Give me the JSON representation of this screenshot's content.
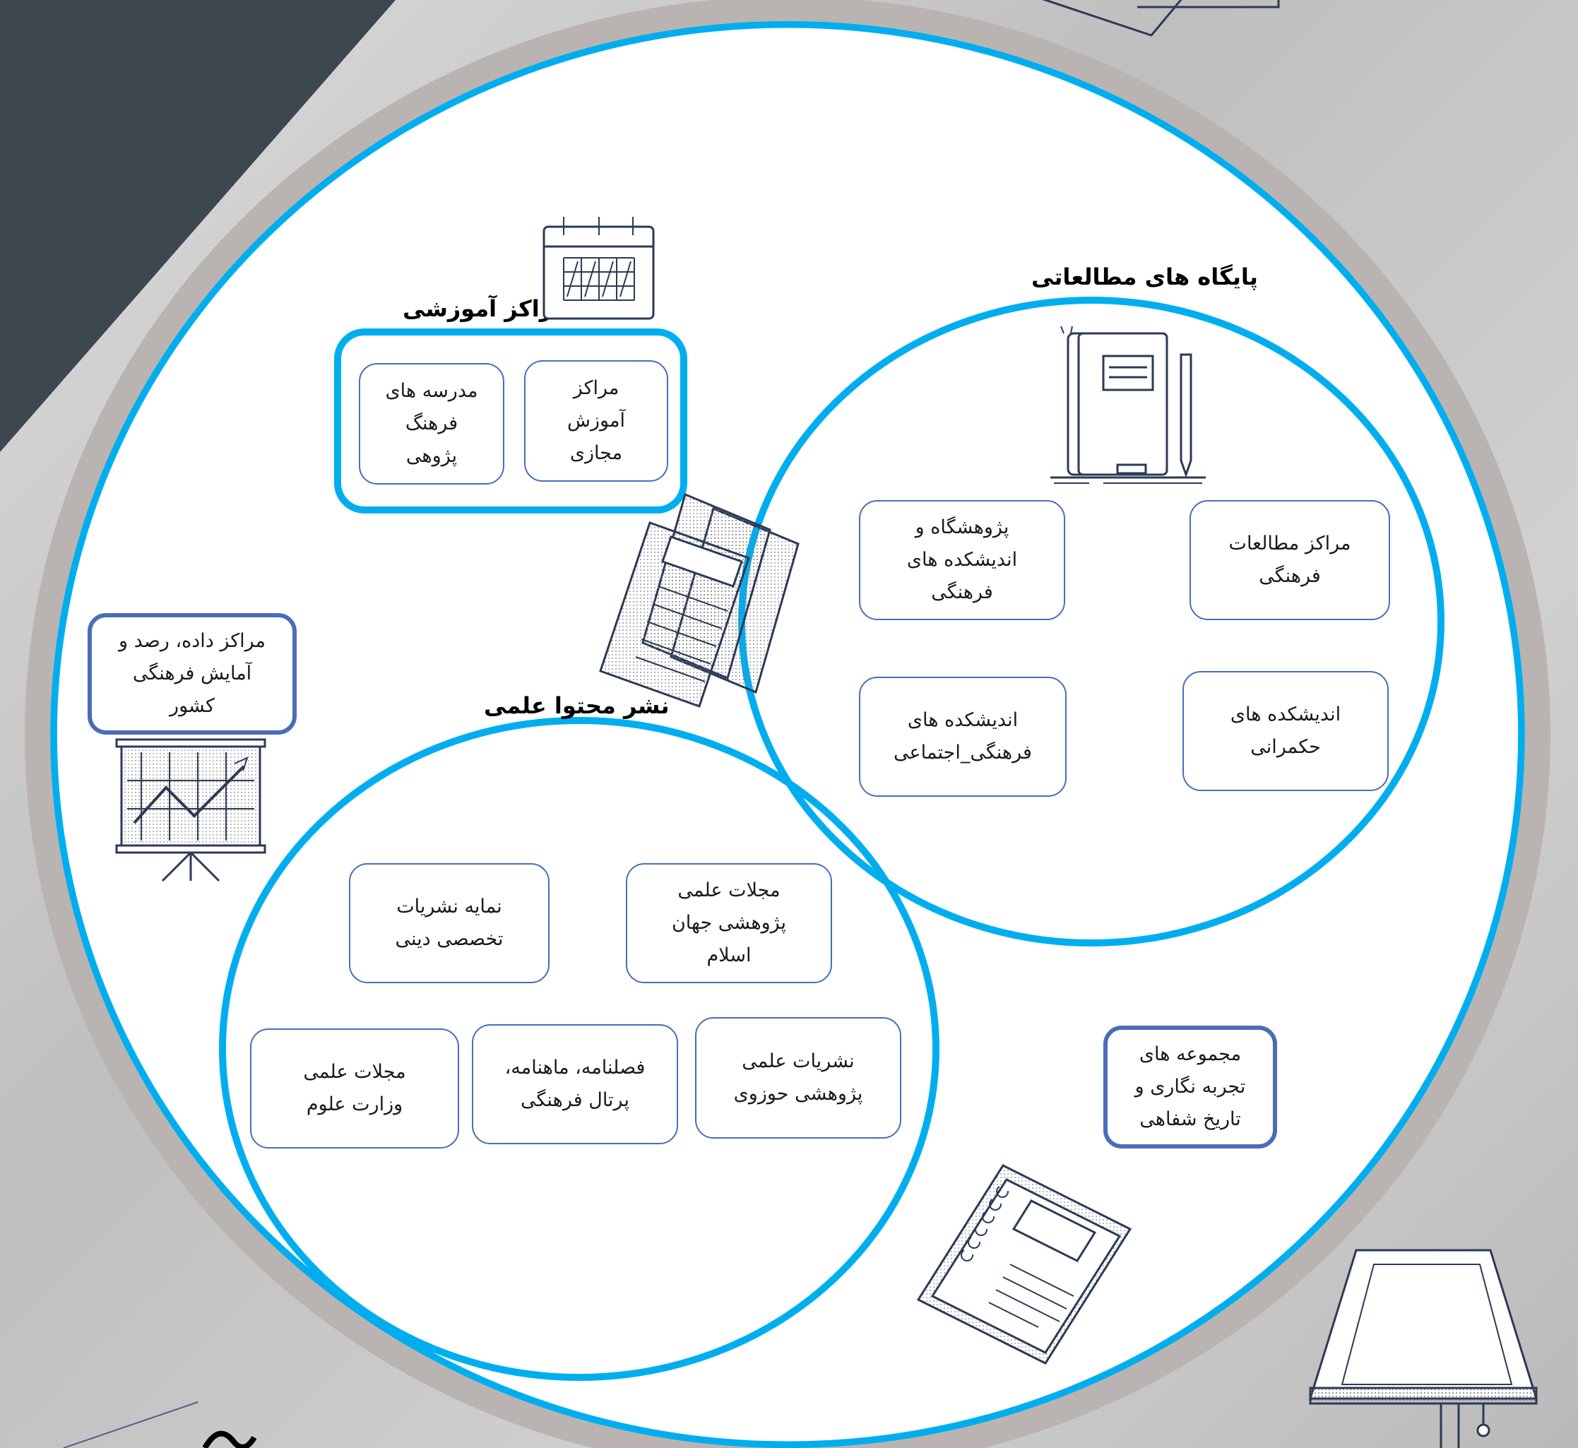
{
  "sections": {
    "education": {
      "title": "مراکز آموزشی",
      "items": [
        "مراکز\nآموزش\nمجازی",
        "مدرسه های\nفرهنگ\nپژوهی"
      ]
    },
    "research_bases": {
      "title": "پایگاه های مطالعاتی",
      "items": [
        "مراکز مطالعات\nفرهنگی",
        "پژوهشگاه و\nاندیشکده های\nفرهنگی",
        "اندیشکده های\nحکمرانی",
        "اندیشکده های\nفرهنگی_اجتماعی"
      ]
    },
    "scientific_publishing": {
      "title": "نشر محتوا علمی",
      "items": [
        "مجلات علمی\nپژوهشی جهان\nاسلام",
        "نمایه نشریات\nتخصصی دینی",
        "نشریات علمی\nپژوهشی حوزوی",
        "فصلنامه، ماهنامه،\nپرتال فرهنگی",
        "مجلات علمی\nوزارت علوم"
      ]
    }
  },
  "standalone": {
    "data_centers": "مراکز داده، رصد و\nآمایش فرهنگی\nکشور",
    "oral_history": "مجموعه های\nتجربه نگاری و\nتاریخ شفاهی"
  },
  "colors": {
    "ring_blue": "#00aeef",
    "box_border": "#4a6db8",
    "outer_gray": "#b9b4b1",
    "dark_corner": "#3d4750",
    "icon_stroke": "#2b3a55"
  }
}
